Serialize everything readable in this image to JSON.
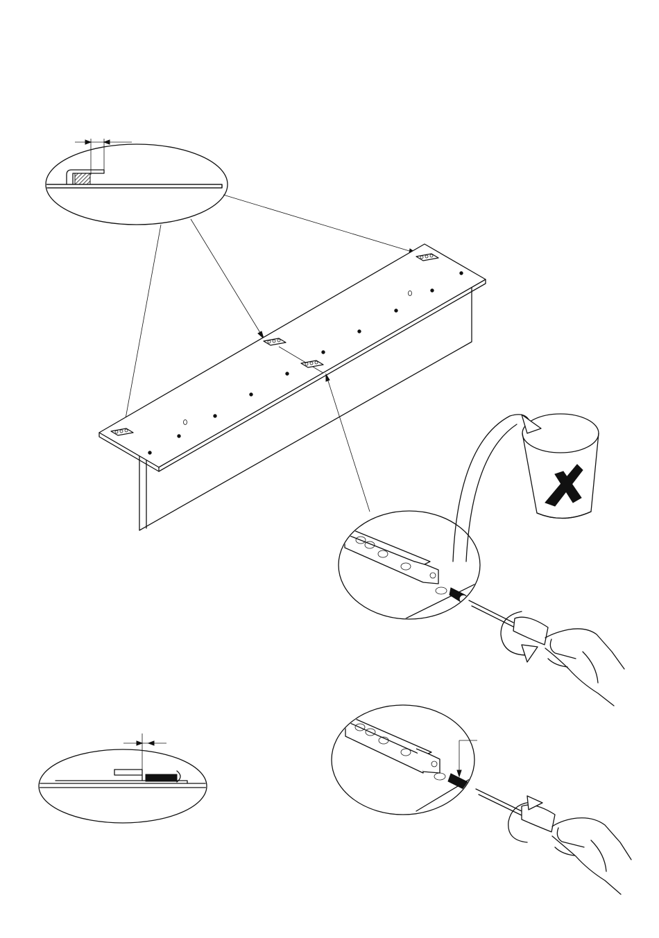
{
  "diagram": {
    "type": "assembly-instruction",
    "panel_holes": 12,
    "brackets_on_panel": 4,
    "discard_mark": "X",
    "colors": {
      "line": "#111111",
      "background": "#ffffff",
      "hatch": "#444444"
    },
    "icons": [
      "wastebin-icon",
      "screwdriver-icon",
      "hand-icon",
      "rotate-arrow-icon",
      "bracket-icon"
    ]
  }
}
